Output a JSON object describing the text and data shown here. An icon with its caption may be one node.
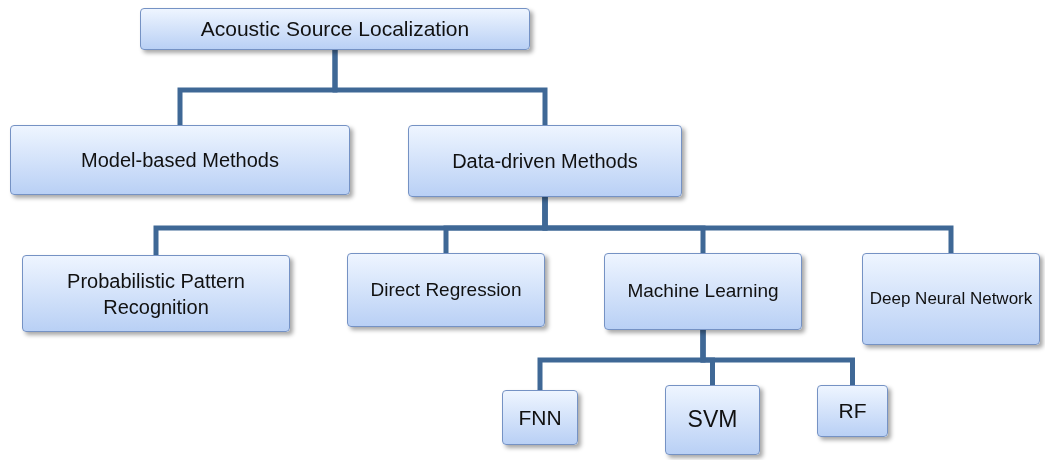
{
  "diagram": {
    "nodes": [
      {
        "text": [
          "Acoustic Source Localization"
        ]
      },
      {
        "text": [
          "Model-based Methods"
        ]
      },
      {
        "text": [
          "Data-driven Methods"
        ]
      },
      {
        "text": [
          "Probabilistic Pattern Recognition"
        ]
      },
      {
        "text": [
          "Direct Regression"
        ]
      },
      {
        "text": [
          "Machine Learning"
        ]
      },
      {
        "text": [
          "Deep Neural Network"
        ]
      },
      {
        "text": [
          "FNN"
        ]
      },
      {
        "text": [
          "SVM"
        ]
      },
      {
        "text": [
          "RF"
        ]
      }
    ],
    "edges": [
      {
        "from": 0,
        "to": 1,
        "arrow": "none"
      },
      {
        "from": 0,
        "to": 2,
        "arrow": "none"
      },
      {
        "from": 2,
        "to": 3,
        "arrow": "none"
      },
      {
        "from": 2,
        "to": 4,
        "arrow": "none"
      },
      {
        "from": 2,
        "to": 5,
        "arrow": "none"
      },
      {
        "from": 2,
        "to": 6,
        "arrow": "none"
      },
      {
        "from": 5,
        "to": 7,
        "arrow": "none"
      },
      {
        "from": 5,
        "to": 8,
        "arrow": "none"
      },
      {
        "from": 5,
        "to": 9,
        "arrow": "none"
      }
    ]
  }
}
